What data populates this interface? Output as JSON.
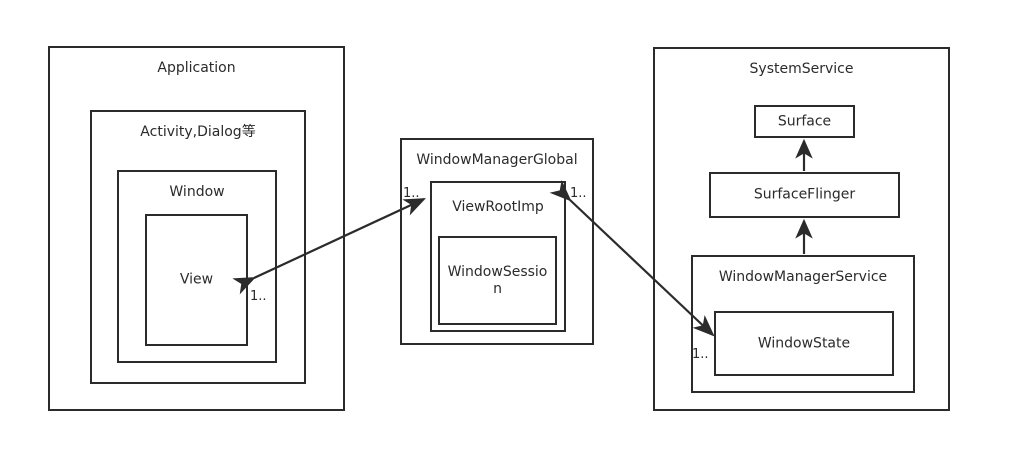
{
  "diagram": {
    "type": "architecture-block-diagram",
    "background_color": "#ffffff",
    "stroke_color": "#2b2b2b",
    "text_color": "#2b2b2b",
    "nodes": {
      "application": {
        "label": "Application"
      },
      "activity_dialog": {
        "label": "Activity,Dialog等"
      },
      "window": {
        "label": "Window"
      },
      "view": {
        "label": "View"
      },
      "window_manager_global": {
        "label": "WindowManagerGlobal"
      },
      "view_root_imp": {
        "label": "ViewRootImp"
      },
      "window_session": {
        "label": "WindowSessio\nn"
      },
      "system_service": {
        "label": "SystemService"
      },
      "surface": {
        "label": "Surface"
      },
      "surface_flinger": {
        "label": "SurfaceFlinger"
      },
      "window_manager_service": {
        "label": "WindowManagerService"
      },
      "window_state": {
        "label": "WindowState"
      }
    },
    "multiplicities": {
      "view_side": "1..",
      "view_root_imp_left": "1..",
      "view_root_imp_right": "1..",
      "window_state_side": "1.."
    },
    "edges": [
      {
        "from": "view",
        "to": "view_root_imp",
        "style": "double-arrow"
      },
      {
        "from": "view_root_imp",
        "to": "window_state",
        "style": "double-arrow"
      },
      {
        "from": "window_manager_service",
        "to": "surface_flinger",
        "style": "arrow-up"
      },
      {
        "from": "surface_flinger",
        "to": "surface",
        "style": "arrow-up"
      }
    ]
  }
}
